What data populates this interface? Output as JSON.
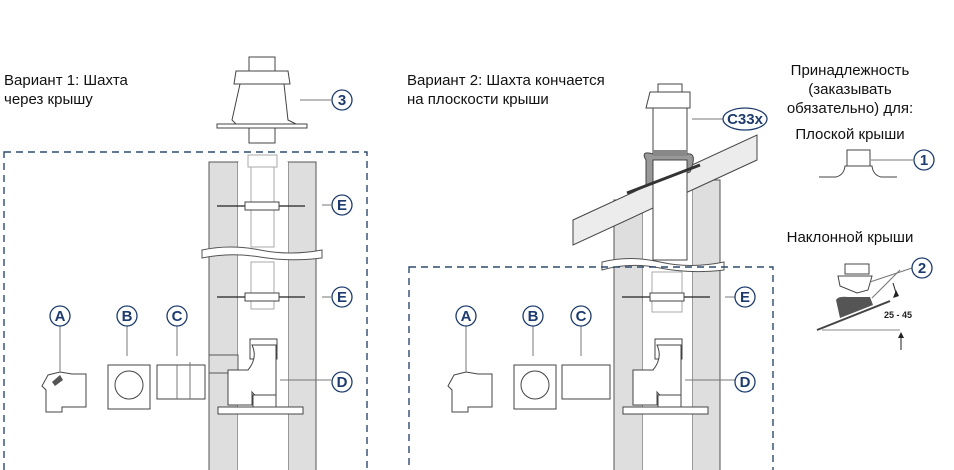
{
  "variant1": {
    "title_line1": "Вариант 1: Шахта",
    "title_line2": "через крышу",
    "labels": {
      "terminal": "3",
      "e_top": "E",
      "e_bottom": "E",
      "a": "A",
      "b": "B",
      "c": "C",
      "d": "D"
    }
  },
  "variant2": {
    "title_line1": "Вариант 2: Шахта кончается",
    "title_line2": "на плоскости крыши",
    "labels": {
      "terminal": "C33x",
      "e": "E",
      "a": "A",
      "b": "B",
      "c": "C",
      "d": "D"
    }
  },
  "accessories": {
    "heading_line1": "Принадлежность",
    "heading_line2": "(заказывать",
    "heading_line3": "обязательно) для:",
    "flat_roof": "Плоской крыши",
    "flat_label": "1",
    "pitched_roof": "Наклонной крыши",
    "pitched_label": "2",
    "angle_range": "25 - 45"
  },
  "colors": {
    "label_blue": "#1d3b6e",
    "wall_gray": "#dedede"
  }
}
